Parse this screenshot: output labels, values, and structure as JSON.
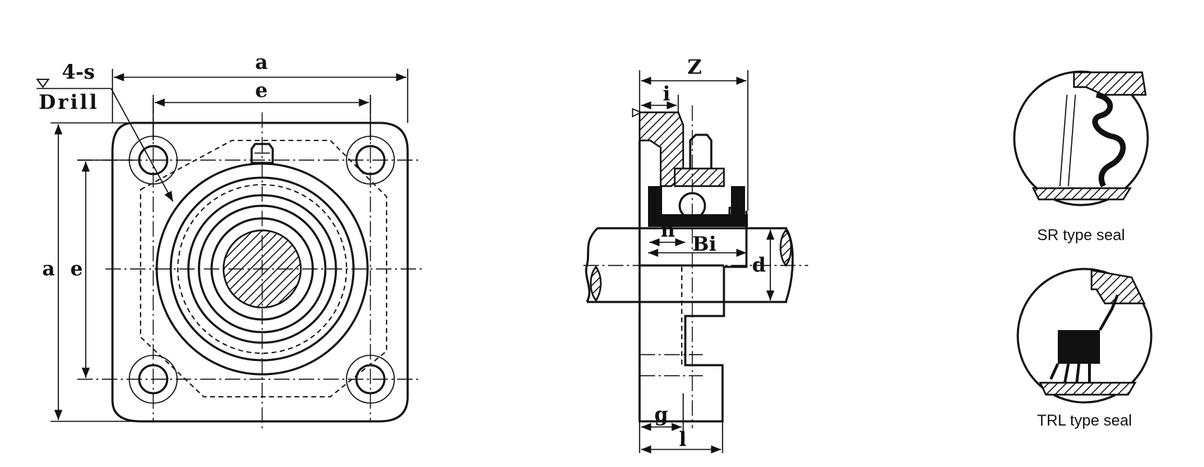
{
  "front_view": {
    "label_a_top": "a",
    "label_e_top": "e",
    "label_a_side": "a",
    "label_e_side": "e",
    "hole_callout_line1": "4-s",
    "hole_callout_line2": "Drill"
  },
  "side_view": {
    "label_z": "Z",
    "label_i": "i",
    "label_n": "n",
    "label_bi": "Bi",
    "label_d": "d",
    "label_g": "g",
    "label_l": "l"
  },
  "seal_details": {
    "sr_caption": "SR type seal",
    "trl_caption": "TRL type seal"
  }
}
